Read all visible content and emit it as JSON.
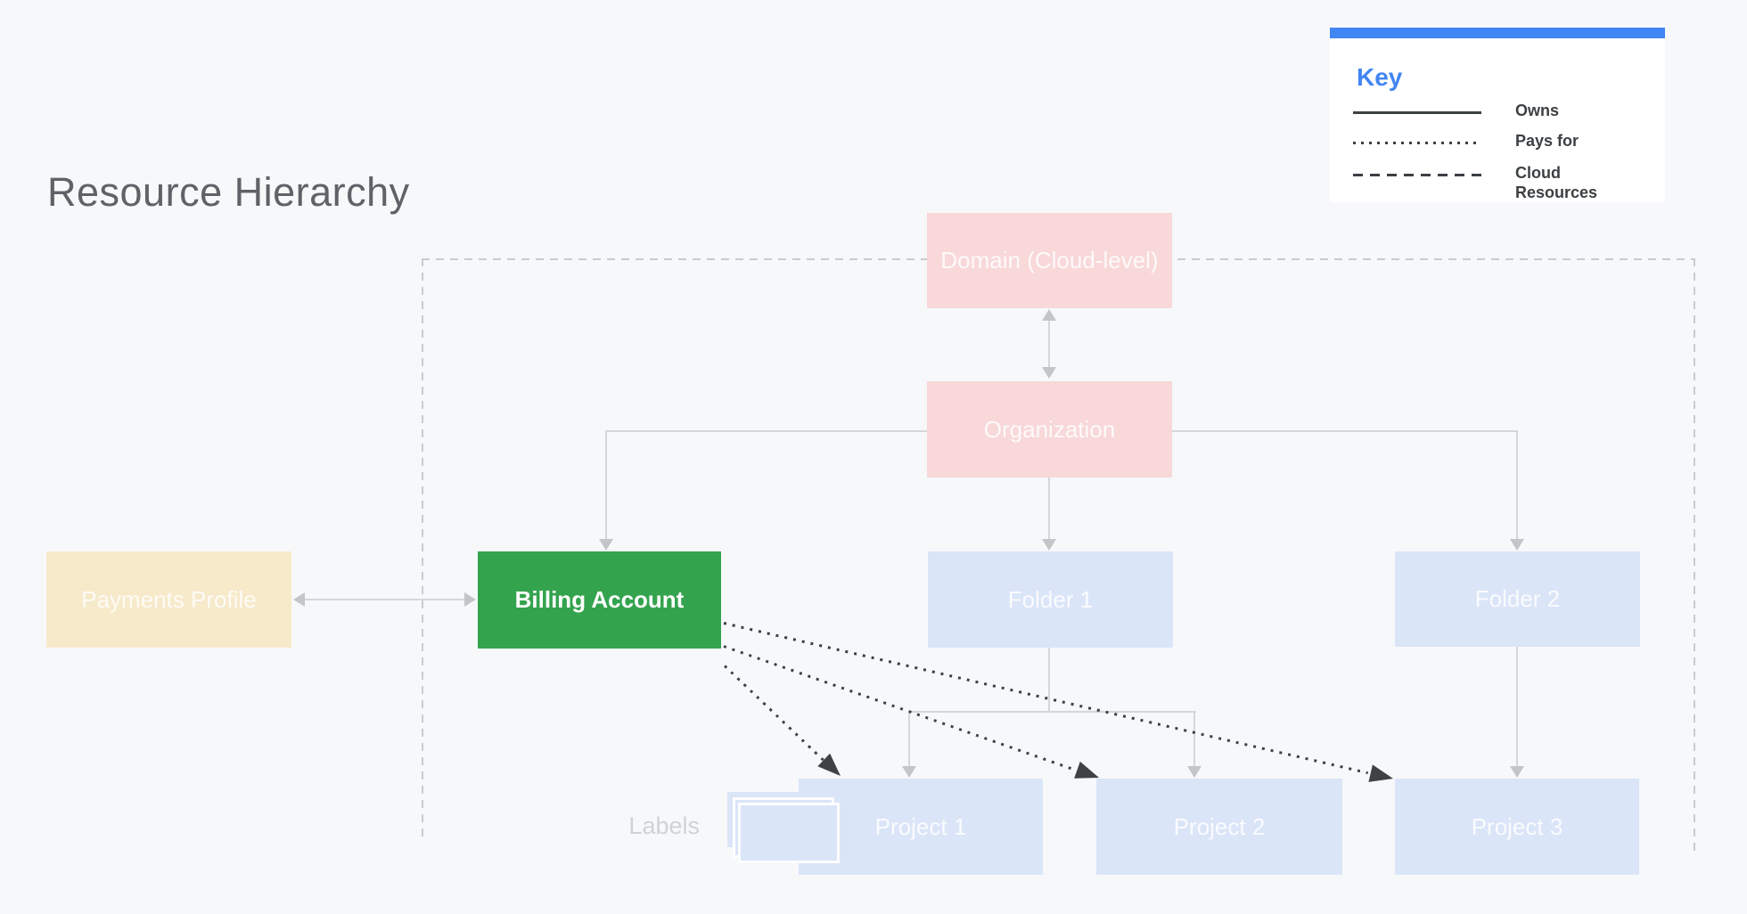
{
  "title": "Resource Hierarchy",
  "key": {
    "heading": "Key",
    "items": [
      {
        "line_style": "solid",
        "label": "Owns"
      },
      {
        "line_style": "dotted",
        "label": "Pays for"
      },
      {
        "line_style": "dashed",
        "label": "Cloud Resources"
      }
    ]
  },
  "nodes": {
    "domain": {
      "label": "Domain (Cloud-level)",
      "color": "#F8D8D9"
    },
    "organization": {
      "label": "Organization",
      "color": "#F8D8D9"
    },
    "payments_profile": {
      "label": "Payments Profile",
      "color": "#F6EACB"
    },
    "billing_account": {
      "label": "Billing Account",
      "color": "#34A34E",
      "highlighted": true
    },
    "folder_1": {
      "label": "Folder 1",
      "color": "#DBE5F8"
    },
    "folder_2": {
      "label": "Folder 2",
      "color": "#DBE5F8"
    },
    "project_1": {
      "label": "Project 1",
      "color": "#DBE5F8"
    },
    "project_2": {
      "label": "Project 2",
      "color": "#DBE5F8"
    },
    "project_3": {
      "label": "Project 3",
      "color": "#DBE5F8"
    }
  },
  "annotations": {
    "labels_caption": "Labels"
  },
  "colors": {
    "background": "#F7F8FA",
    "accent_blue": "#4285F4",
    "title_gray": "#5F6368",
    "key_text": "#3C4043",
    "connector_gray": "#D5D6D8",
    "dotted_dark": "#3E4245"
  }
}
